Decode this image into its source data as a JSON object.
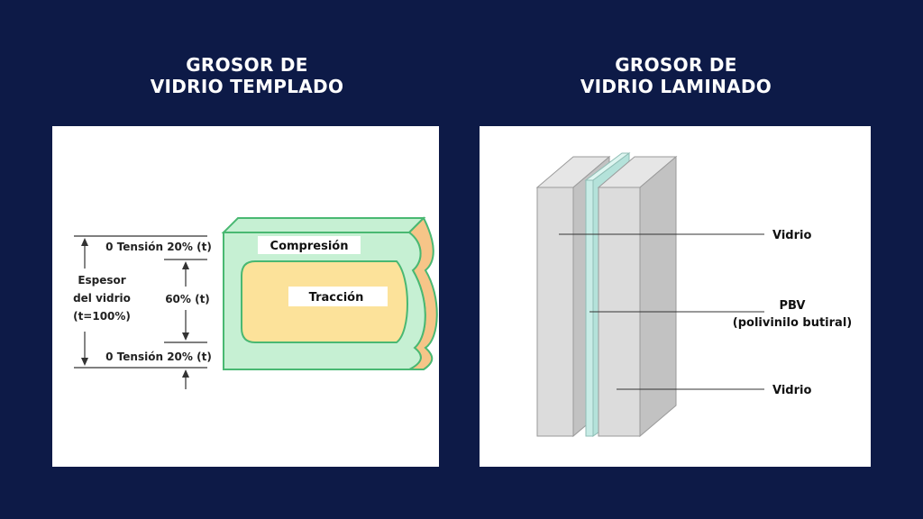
{
  "left": {
    "title_line1": "GROSOR DE",
    "title_line2": "VIDRIO TEMPLADO",
    "labels": {
      "espesor_line1": "Espesor",
      "espesor_line2": "del vidrio",
      "espesor_line3": "(t=100%)",
      "tension_top": "0 Tensión 20% (t)",
      "middle": "60% (t)",
      "tension_bottom": "0 Tensión 20% (t)",
      "compresion": "Compresión",
      "traccion": "Tracción"
    },
    "colors": {
      "compression_green": "#c6f0d3",
      "tension_yellow": "#fce29a",
      "edge_orange": "#f6c588",
      "outline_green": "#49b872"
    }
  },
  "right": {
    "title_line1": "GROSOR DE",
    "title_line2": "VIDRIO LAMINADO",
    "labels": {
      "vidrio_top": "Vidrio",
      "pbv_line1": "PBV",
      "pbv_line2": "(polivinilo butiral)",
      "vidrio_bottom": "Vidrio"
    },
    "colors": {
      "glass_front": "#dcdcdc",
      "glass_side": "#c2c2c2",
      "interlayer": "#c8ece6"
    }
  }
}
